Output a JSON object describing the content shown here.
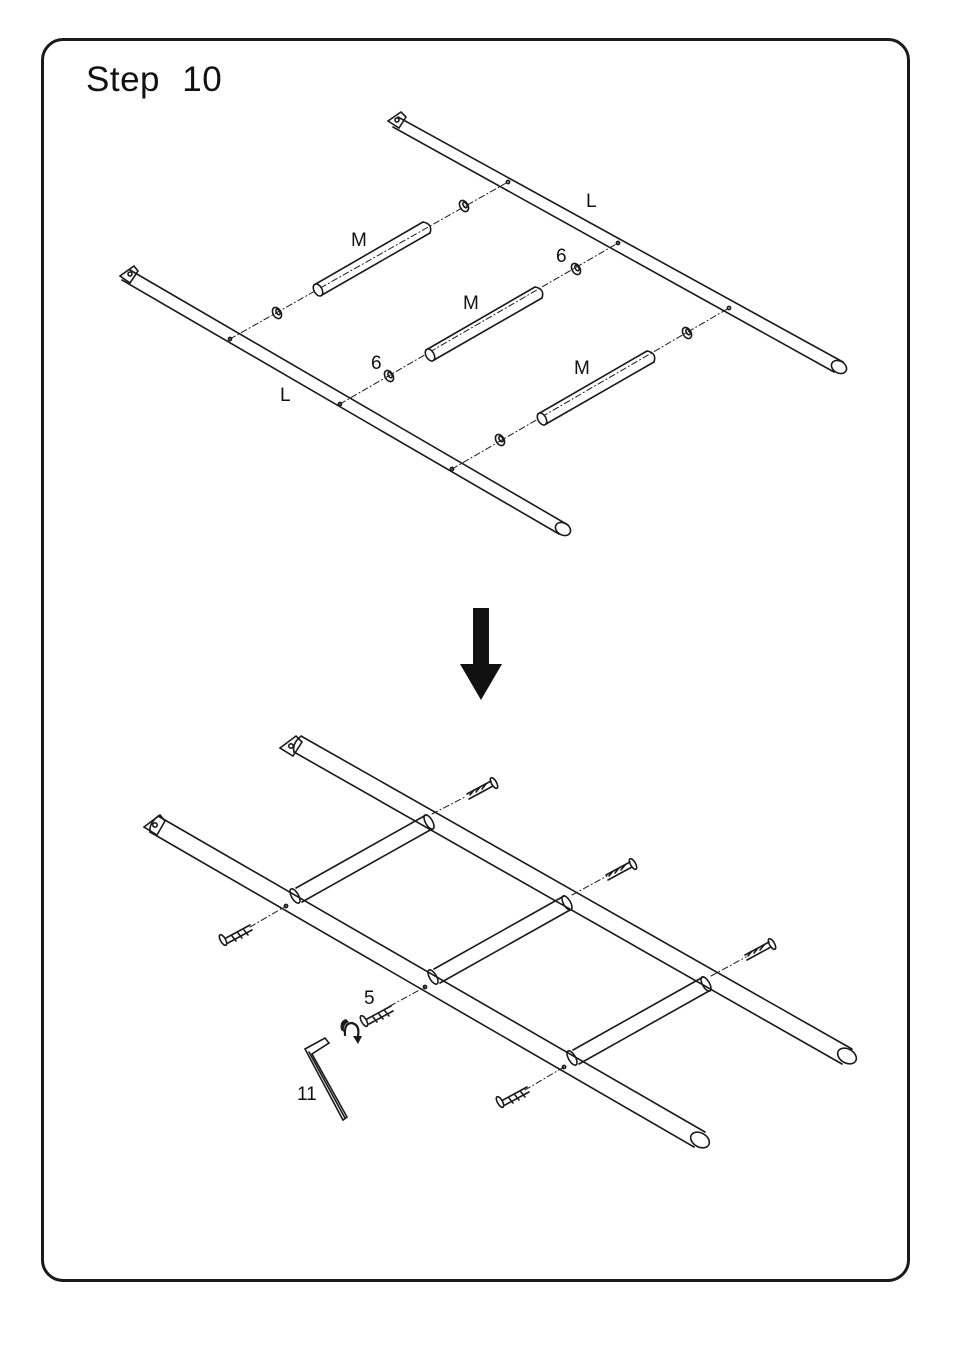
{
  "step": {
    "title": "Step 10"
  },
  "parts": {
    "long_rail": "L",
    "short_rung": "M",
    "washer": "6",
    "screw": "5",
    "allen_key": "11"
  }
}
